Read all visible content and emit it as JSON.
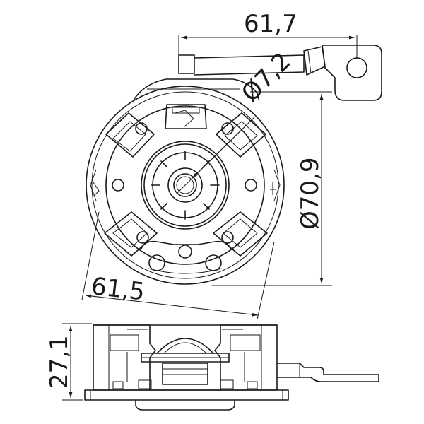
{
  "dimensions": {
    "top_width": "61,7",
    "hole_diameter": "Ø7,2",
    "outer_diameter": "Ø70,9",
    "body_width": "61,5",
    "height": "27,1"
  }
}
